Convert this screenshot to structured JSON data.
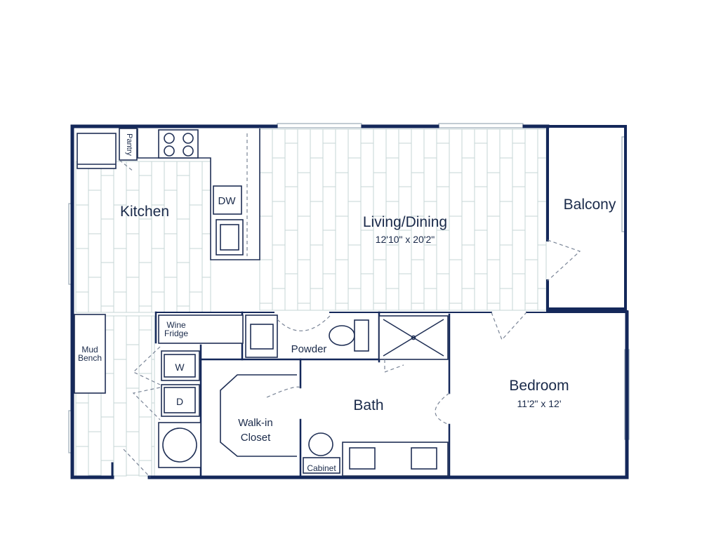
{
  "rooms": {
    "kitchen": "Kitchen",
    "living_dining": "Living/Dining",
    "living_dining_size": "12'10\" x 20'2\"",
    "balcony": "Balcony",
    "bedroom": "Bedroom",
    "bedroom_size": "11'2\" x 12'",
    "bath": "Bath",
    "powder": "Powder",
    "walk_in_closet_line1": "Walk-in",
    "walk_in_closet_line2": "Closet"
  },
  "fixtures": {
    "pantry": "Pantry",
    "dishwasher": "DW",
    "wine_fridge_line1": "Wine",
    "wine_fridge_line2": "Fridge",
    "mud_bench_line1": "Mud",
    "mud_bench_line2": "Bench",
    "washer": "W",
    "dryer": "D",
    "cabinet": "Cabinet"
  },
  "colors": {
    "wall": "#14285a",
    "floor_lines": "#c5d6d6",
    "text": "#1a2a4a"
  }
}
